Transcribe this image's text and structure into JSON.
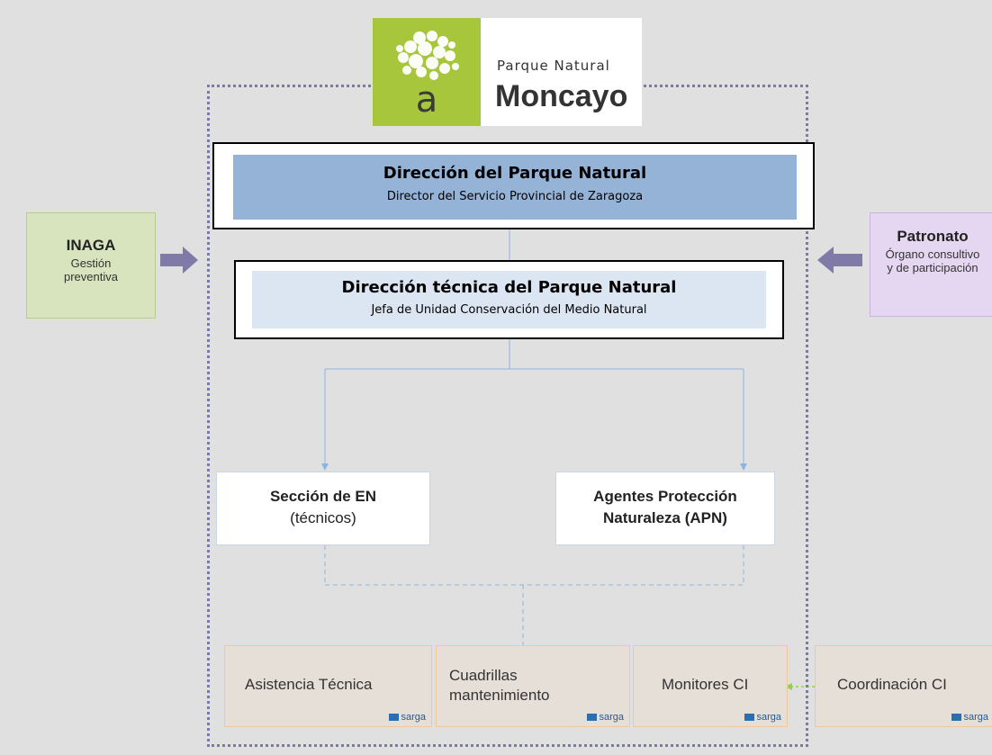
{
  "logo": {
    "letter": "a",
    "subtitle": "Parque Natural",
    "title": "Moncayo",
    "brand_color": "#a8c63c"
  },
  "direccion": {
    "title": "Dirección del Parque Natural",
    "subtitle": "Director del Servicio Provincial de Zaragoza",
    "fill_color": "#95b3d7"
  },
  "direccion_tecnica": {
    "title": "Dirección técnica del Parque Natural",
    "subtitle": "Jefa de Unidad Conservación del Medio Natural",
    "fill_color": "#dce6f2"
  },
  "inaga": {
    "title": "INAGA",
    "subtitle": "Gestión preventiva",
    "fill_color": "#d7e4bd"
  },
  "patronato": {
    "title": "Patronato",
    "subtitle": "Órgano consultivo y de participación",
    "fill_color": "#e5d7f1"
  },
  "seccion": {
    "line1": "Sección de EN",
    "line2": "(técnicos)"
  },
  "agentes": {
    "line1": "Agentes Protección",
    "line2": "Naturaleza (APN)"
  },
  "services": {
    "asistencia": "Asistencia Técnica",
    "cuadrillas": "Cuadrillas mantenimiento",
    "monitores": "Monitores CI",
    "coordinacion": "Coordinación CI",
    "sarga_label": "sarga",
    "fill_color": "#e6dfd8"
  },
  "colors": {
    "arrow": "#7f7aa8",
    "connector": "#8db3e2",
    "dotted_arrow": "#92d050"
  }
}
